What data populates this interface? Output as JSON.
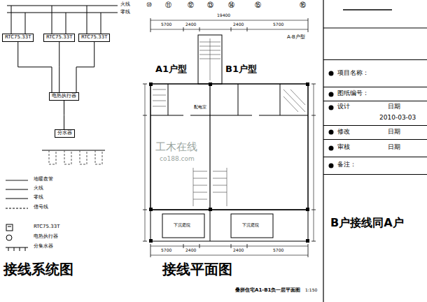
{
  "diagram": {
    "nodes": [
      {
        "text": [
          "RTC75.33T"
        ]
      },
      {
        "text": [
          "RTC75.33T"
        ]
      },
      {
        "text": [
          "RTC75.33T"
        ]
      },
      {
        "text": [
          "电热执行器"
        ]
      },
      {
        "text": [
          "分水器"
        ]
      },
      {
        "text": [
          "项目名称："
        ]
      },
      {
        "text": [
          "图纸编号："
        ]
      },
      {
        "text": [
          "设计",
          "日期",
          "2010-03-03"
        ]
      },
      {
        "text": [
          "修改",
          "日期"
        ]
      },
      {
        "text": [
          "审核",
          "日期"
        ]
      },
      {
        "text": [
          "备注："
        ]
      },
      {
        "text": [
          "B户接线同A户"
        ]
      }
    ],
    "edges": [
      {
        "from": 0,
        "to": 3,
        "arrow": "none"
      },
      {
        "from": 1,
        "to": 3,
        "arrow": "none"
      },
      {
        "from": 2,
        "to": 3,
        "arrow": "none"
      },
      {
        "from": 3,
        "to": 4,
        "arrow": "none"
      }
    ],
    "labels": [
      "火线",
      "零线",
      "接线系统图",
      "⑩",
      "⑪",
      "⑫",
      "⑬",
      "⑭",
      "⑮",
      "⑯",
      "19400",
      "5700",
      "2400",
      "2400",
      "5700",
      "A-B户型",
      "A1户型",
      "B1户型",
      "配电室",
      "下沉庭院",
      "下沉庭院",
      "5700",
      "2400",
      "2400",
      "5700",
      "接线平面图",
      "叠拼住宅A1-B1负一层平面图",
      "1:150",
      "工木在线",
      "co188.com"
    ],
    "legend": [
      {
        "text": "地暖盘管"
      },
      {
        "text": "火线"
      },
      {
        "text": "零线"
      },
      {
        "text": "信号线"
      },
      {
        "text": "RTC75.33T"
      },
      {
        "text": "电热执行器"
      },
      {
        "text": "分集水器"
      }
    ]
  }
}
